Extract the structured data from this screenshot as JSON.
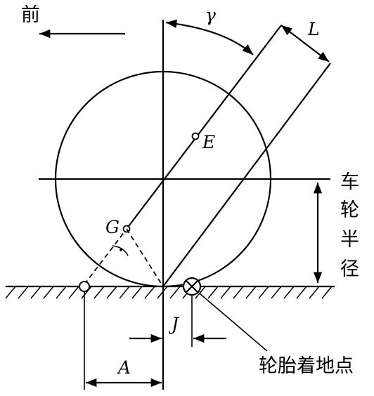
{
  "labels": {
    "forward": "前",
    "gamma": "γ",
    "length": "L",
    "point_e": "E",
    "point_g": "G",
    "dimension_j": "J",
    "dimension_a": "A",
    "wheel_radius": [
      "车",
      "轮",
      "半",
      "径"
    ],
    "contact_point": "轮胎着地点"
  }
}
